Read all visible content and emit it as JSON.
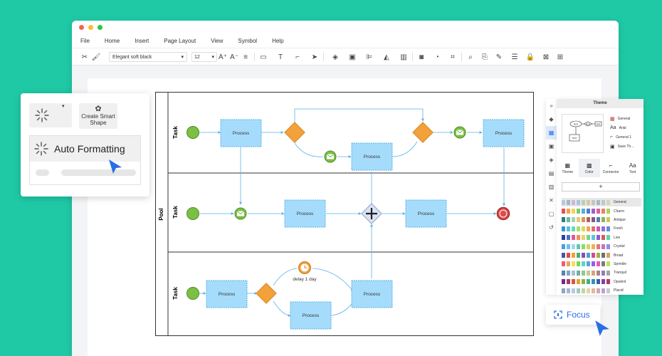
{
  "menu": [
    "File",
    "Home",
    "Insert",
    "Page Layout",
    "View",
    "Symbol",
    "Help"
  ],
  "toolbar": {
    "font_name": "Elegant soft black",
    "font_size": "12",
    "font_caret": "▾",
    "size_caret": "▾"
  },
  "auto_format": {
    "create_smart_shape": "Create Smart Shape",
    "auto_formatting_label": "Auto Formatting",
    "caret": "▾"
  },
  "diagram": {
    "pool_label": "Pool",
    "lanes": [
      {
        "label": "Task"
      },
      {
        "label": "Task"
      },
      {
        "label": "Task"
      }
    ],
    "process_label": "Process",
    "timer_label": "delay 1 day"
  },
  "theme_panel": {
    "title": "Theme",
    "preview_labels": [
      "text",
      "text",
      "text",
      "text"
    ],
    "options": [
      {
        "label": "General"
      },
      {
        "label": "Arial"
      },
      {
        "label": "General 1"
      },
      {
        "label": "Save Th..."
      }
    ],
    "tabs": [
      {
        "label": "Theme"
      },
      {
        "label": "Color"
      },
      {
        "label": "Connector"
      },
      {
        "label": "Text"
      }
    ],
    "active_tab": "Color",
    "add_label": "+",
    "palettes": [
      {
        "name": "General",
        "colors": [
          "#b7c8dc",
          "#9fb6cf",
          "#c9b9d6",
          "#a7c4e0",
          "#b6d3a8",
          "#d8c6a4",
          "#c4c4c4",
          "#aab8c8",
          "#b8c9d2",
          "#cfd9b0"
        ]
      },
      {
        "name": "Charm",
        "colors": [
          "#e8505b",
          "#f9a03f",
          "#f2d15c",
          "#7bc96f",
          "#4ab4d6",
          "#5a77d6",
          "#a35fc9",
          "#d65fa1",
          "#f07f5a",
          "#a3d65f"
        ]
      },
      {
        "name": "Antique",
        "colors": [
          "#2e7d7b",
          "#6fb3a6",
          "#a9d1b3",
          "#e8c67b",
          "#d9955a",
          "#b75f4f",
          "#7a5a8c",
          "#5a7ab0",
          "#8fb35a",
          "#c9c95a"
        ]
      },
      {
        "name": "Fresh",
        "colors": [
          "#3b8fd6",
          "#55c0e0",
          "#6fd6b0",
          "#a5e06f",
          "#e0d65a",
          "#f0a35a",
          "#e06f6f",
          "#c95ab0",
          "#8f6fe0",
          "#5a8fe0"
        ]
      },
      {
        "name": "Live",
        "colors": [
          "#2a3fa8",
          "#4a6fd6",
          "#e05a8f",
          "#f08f5a",
          "#f0d05a",
          "#6fd68f",
          "#5ac9d6",
          "#8f5ad6",
          "#d65a5a",
          "#5ad6a3"
        ]
      },
      {
        "name": "Crystal",
        "colors": [
          "#4a9fe0",
          "#6fc0f0",
          "#a3d6f0",
          "#5ac9b0",
          "#8fd66f",
          "#d6d65a",
          "#f0b05a",
          "#e07a6f",
          "#c96fc9",
          "#8f8fe0"
        ]
      },
      {
        "name": "Broad",
        "colors": [
          "#3a5ab0",
          "#e04a4a",
          "#f0a03a",
          "#4ab06f",
          "#8f4ab0",
          "#4aa3d6",
          "#d64a8f",
          "#a3b04a",
          "#6f6f6f",
          "#d6a36f"
        ]
      },
      {
        "name": "Sprinkle",
        "colors": [
          "#f05a7a",
          "#f0a35a",
          "#f0e05a",
          "#7ad65a",
          "#5ad6c0",
          "#5a9fe0",
          "#9f5ae0",
          "#e05ac0",
          "#7a7a7a",
          "#c0e05a"
        ]
      },
      {
        "name": "Tranquil",
        "colors": [
          "#5a7fb0",
          "#7fa3c9",
          "#a3c0d6",
          "#6fb0a3",
          "#8fc98f",
          "#c9c98f",
          "#d6a37f",
          "#b07f8f",
          "#8f7fb0",
          "#a3a3a3"
        ]
      },
      {
        "name": "Opulent",
        "colors": [
          "#6f2a8f",
          "#a33a6f",
          "#d65a3a",
          "#e0a33a",
          "#8fb03a",
          "#3ab08f",
          "#3a8fb0",
          "#3a5ab0",
          "#8f3ab0",
          "#b03a5a"
        ]
      },
      {
        "name": "Placid",
        "colors": [
          "#8fa3c9",
          "#a3b8d6",
          "#b8c9e0",
          "#a3c9b8",
          "#c0d6a3",
          "#e0d6a3",
          "#e0b8a3",
          "#d6a3b8",
          "#b8a3d6",
          "#c9c9c9"
        ]
      }
    ]
  },
  "focus": {
    "label": "Focus"
  },
  "colors": {
    "accent": "#2a6de8",
    "background": "#1fc9a5",
    "process_fill": "#a6dcfb",
    "process_stroke": "#5bb3ea",
    "gateway": "#f3a13a",
    "start_event": "#7bc043",
    "end_event": "#e04b4b"
  }
}
